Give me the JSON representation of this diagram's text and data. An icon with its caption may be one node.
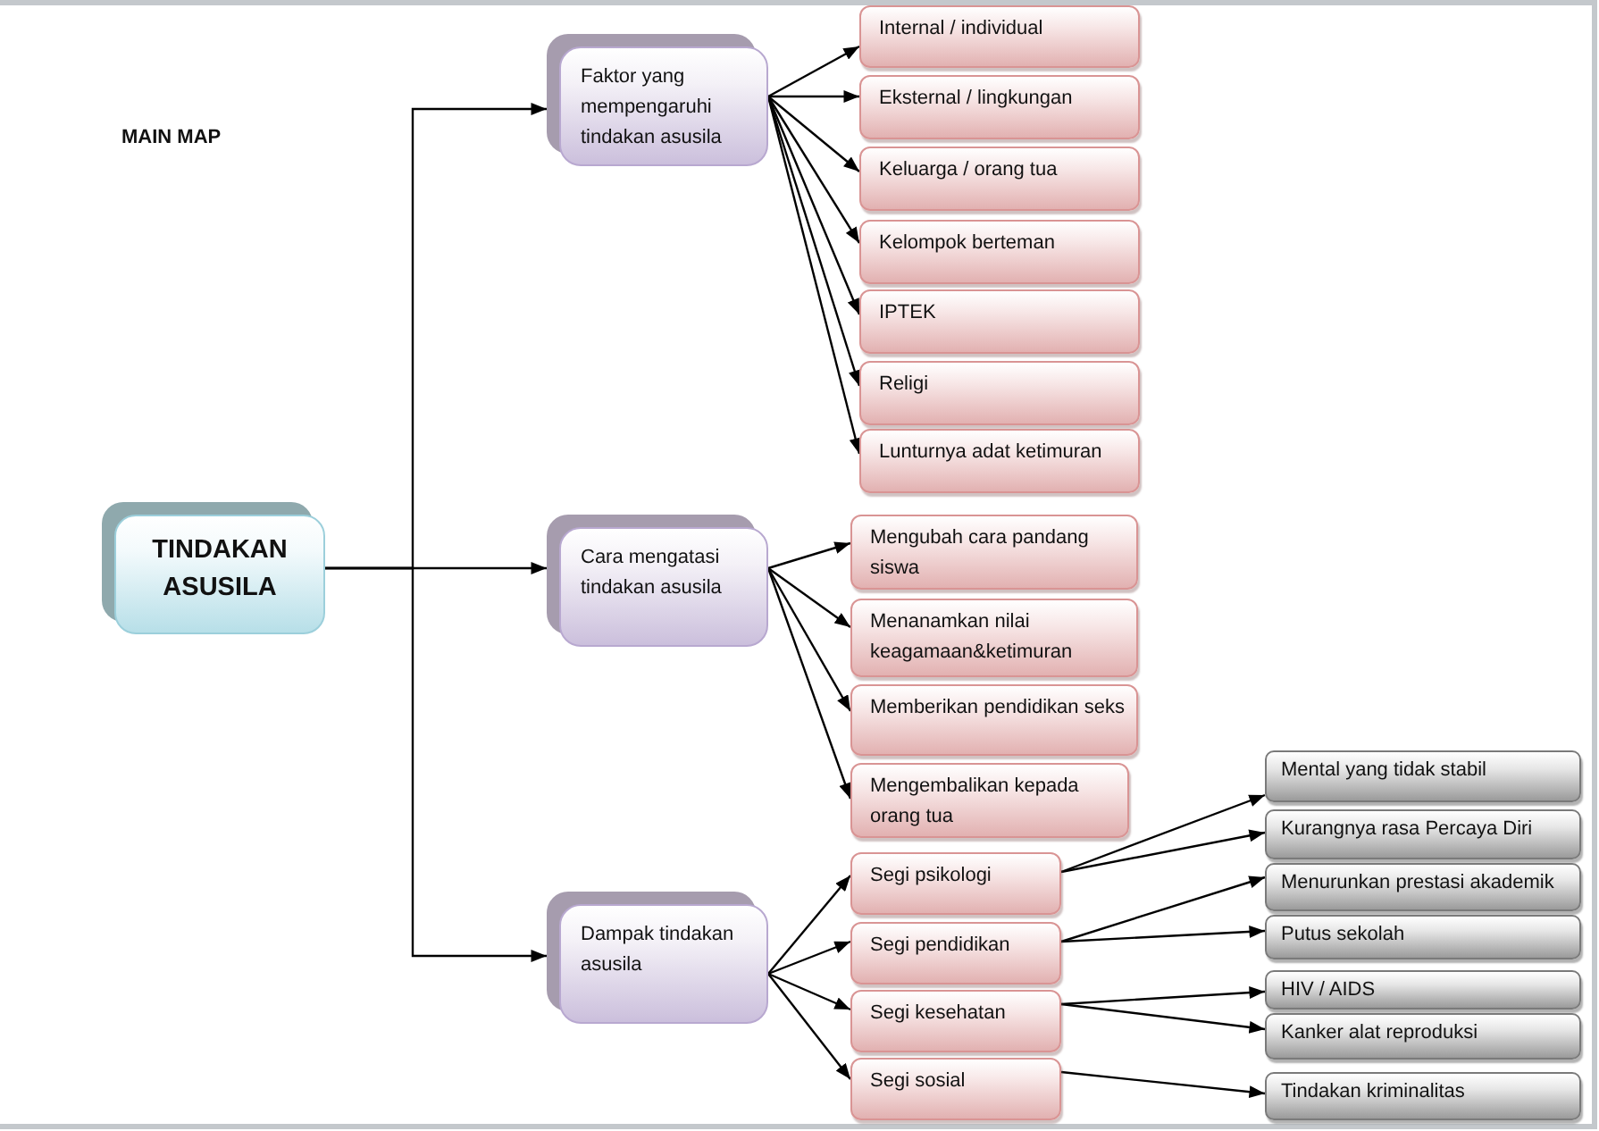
{
  "diagram": {
    "title": "MAIN MAP",
    "nodes": [
      {
        "text": [
          "TINDAKAN ASUSILA"
        ]
      },
      {
        "text": [
          "Faktor yang mempengaruhi tindakan asusila"
        ]
      },
      {
        "text": [
          "Internal / individual"
        ]
      },
      {
        "text": [
          "Eksternal / lingkungan"
        ]
      },
      {
        "text": [
          "Keluarga / orang tua"
        ]
      },
      {
        "text": [
          "Kelompok berteman"
        ]
      },
      {
        "text": [
          "IPTEK"
        ]
      },
      {
        "text": [
          "Religi"
        ]
      },
      {
        "text": [
          "Lunturnya adat ketimuran"
        ]
      },
      {
        "text": [
          "Cara mengatasi tindakan asusila"
        ]
      },
      {
        "text": [
          "Mengubah cara pandang siswa"
        ]
      },
      {
        "text": [
          "Menanamkan nilai keagamaan&ketimuran"
        ]
      },
      {
        "text": [
          "Memberikan pendidikan seks"
        ]
      },
      {
        "text": [
          "Mengembalikan kepada orang tua"
        ]
      },
      {
        "text": [
          "Dampak tindakan asusila"
        ]
      },
      {
        "text": [
          "Segi psikologi"
        ]
      },
      {
        "text": [
          "Segi pendidikan"
        ]
      },
      {
        "text": [
          "Segi kesehatan"
        ]
      },
      {
        "text": [
          "Segi sosial"
        ]
      },
      {
        "text": [
          "Mental yang tidak stabil"
        ]
      },
      {
        "text": [
          "Kurangnya rasa Percaya Diri"
        ]
      },
      {
        "text": [
          "Menurunkan prestasi akademik"
        ]
      },
      {
        "text": [
          "Putus sekolah"
        ]
      },
      {
        "text": [
          "HIV / AIDS"
        ]
      },
      {
        "text": [
          "Kanker alat reproduksi"
        ]
      },
      {
        "text": [
          "Tindakan kriminalitas"
        ]
      }
    ],
    "edges": [
      {
        "from": 0,
        "to": 1,
        "arrow": "to"
      },
      {
        "from": 0,
        "to": 9,
        "arrow": "to"
      },
      {
        "from": 0,
        "to": 14,
        "arrow": "to"
      },
      {
        "from": 1,
        "to": 2,
        "arrow": "to"
      },
      {
        "from": 1,
        "to": 3,
        "arrow": "to"
      },
      {
        "from": 1,
        "to": 4,
        "arrow": "to"
      },
      {
        "from": 1,
        "to": 5,
        "arrow": "to"
      },
      {
        "from": 1,
        "to": 6,
        "arrow": "to"
      },
      {
        "from": 1,
        "to": 7,
        "arrow": "to"
      },
      {
        "from": 1,
        "to": 8,
        "arrow": "to"
      },
      {
        "from": 9,
        "to": 10,
        "arrow": "to"
      },
      {
        "from": 9,
        "to": 11,
        "arrow": "to"
      },
      {
        "from": 9,
        "to": 12,
        "arrow": "to"
      },
      {
        "from": 9,
        "to": 13,
        "arrow": "to"
      },
      {
        "from": 14,
        "to": 15,
        "arrow": "to"
      },
      {
        "from": 14,
        "to": 16,
        "arrow": "to"
      },
      {
        "from": 14,
        "to": 17,
        "arrow": "to"
      },
      {
        "from": 14,
        "to": 18,
        "arrow": "to"
      },
      {
        "from": 15,
        "to": 19,
        "arrow": "to"
      },
      {
        "from": 15,
        "to": 20,
        "arrow": "to"
      },
      {
        "from": 16,
        "to": 21,
        "arrow": "to"
      },
      {
        "from": 16,
        "to": 22,
        "arrow": "to"
      },
      {
        "from": 17,
        "to": 23,
        "arrow": "to"
      },
      {
        "from": 17,
        "to": 24,
        "arrow": "to"
      },
      {
        "from": 18,
        "to": 25,
        "arrow": "to"
      }
    ]
  }
}
